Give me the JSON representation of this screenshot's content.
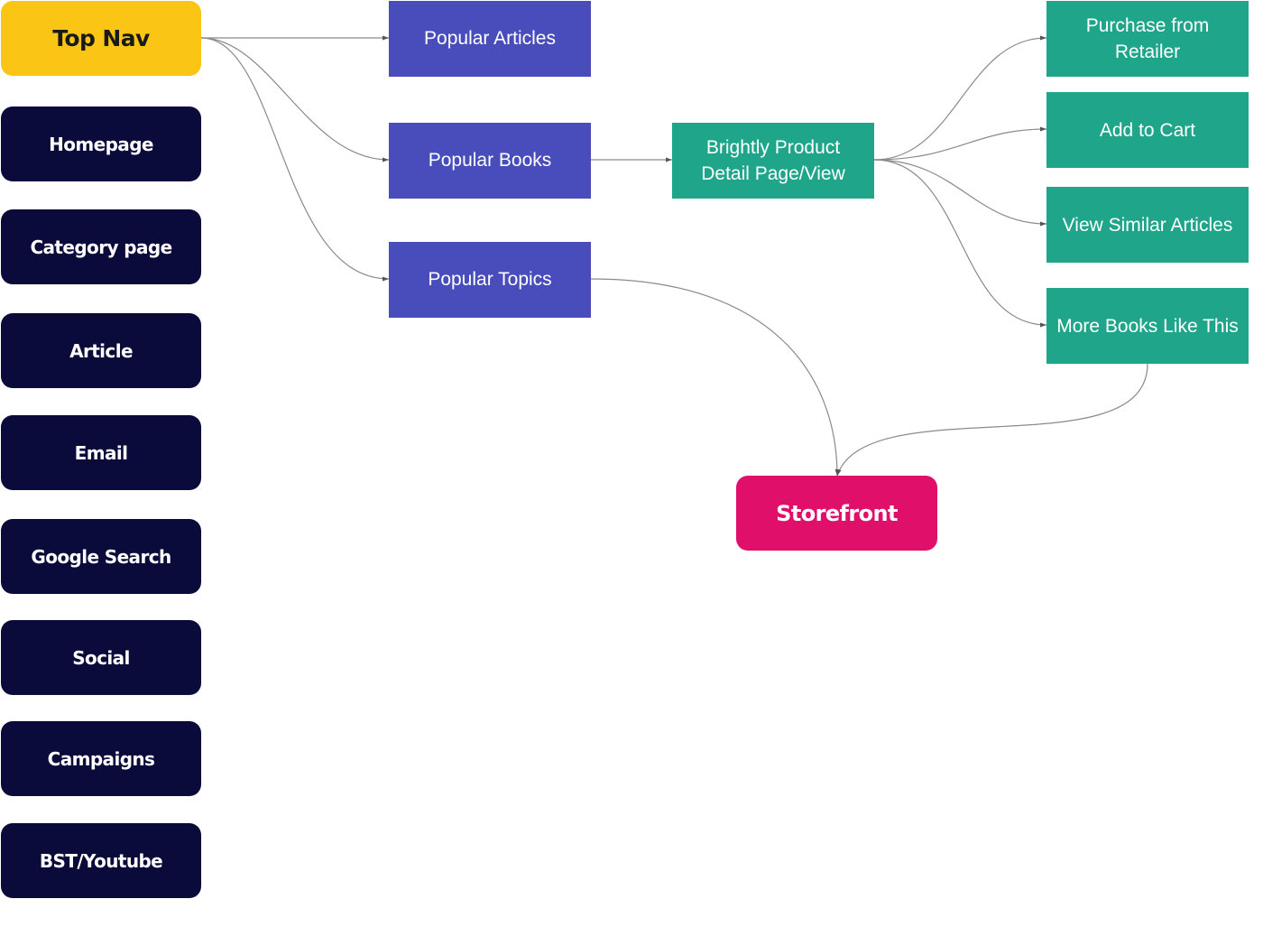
{
  "diagram": {
    "top_nav": "Top Nav",
    "sources": [
      "Homepage",
      "Category page",
      "Article",
      "Email",
      "Google Search",
      "Social",
      "Campaigns",
      "BST/Youtube"
    ],
    "popular": {
      "articles": "Popular Articles",
      "books": "Popular Books",
      "topics": "Popular Topics"
    },
    "product_detail": [
      "Brightly Product",
      "Detail Page/View"
    ],
    "actions": {
      "purchase": [
        "Purchase from",
        "Retailer"
      ],
      "add_to_cart": "Add to Cart",
      "similar_articles": "View Similar Articles",
      "more_books": "More Books Like This"
    },
    "storefront": "Storefront"
  },
  "colors": {
    "top_nav": "#fbc515",
    "source_node": "#0b0b3b",
    "popular_node": "#484dbb",
    "action_node": "#1fa58a",
    "storefront": "#df0f6a",
    "edge": "#8a8a8a"
  }
}
